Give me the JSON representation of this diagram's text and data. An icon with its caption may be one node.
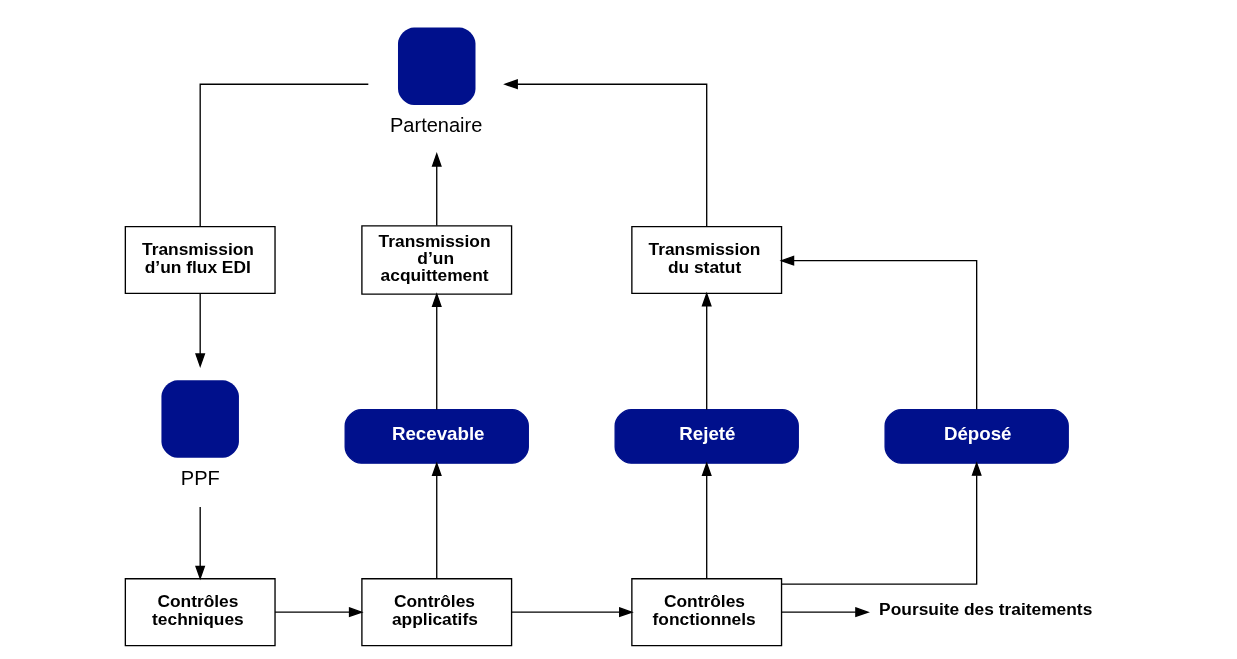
{
  "diagram": {
    "nodes": [
      {
        "text": [
          "Partenaire"
        ]
      },
      {
        "text": [
          "Transmission d’un flux EDI"
        ]
      },
      {
        "text": [
          "Transmission d’un acquittement"
        ]
      },
      {
        "text": [
          "Transmission du statut"
        ]
      },
      {
        "text": [
          "PPF"
        ]
      },
      {
        "text": [
          "Recevable"
        ]
      },
      {
        "text": [
          "Rejeté"
        ]
      },
      {
        "text": [
          "Déposé"
        ]
      },
      {
        "text": [
          "Contrôles techniques"
        ]
      },
      {
        "text": [
          "Contrôles applicatifs"
        ]
      },
      {
        "text": [
          "Contrôles fonctionnels"
        ]
      },
      {
        "text": [
          "Poursuite des traitements"
        ]
      }
    ],
    "edges": [
      {
        "from": 0,
        "to": 1,
        "arrow": "none"
      },
      {
        "from": 1,
        "to": 4,
        "arrow": "to"
      },
      {
        "from": 4,
        "to": 8,
        "arrow": "to"
      },
      {
        "from": 8,
        "to": 9,
        "arrow": "to"
      },
      {
        "from": 9,
        "to": 5,
        "arrow": "to"
      },
      {
        "from": 9,
        "to": 10,
        "arrow": "to"
      },
      {
        "from": 10,
        "to": 6,
        "arrow": "to"
      },
      {
        "from": 10,
        "to": 7,
        "arrow": "to"
      },
      {
        "from": 10,
        "to": 11,
        "arrow": "to"
      },
      {
        "from": 5,
        "to": 2,
        "arrow": "to"
      },
      {
        "from": 6,
        "to": 3,
        "arrow": "to"
      },
      {
        "from": 7,
        "to": 3,
        "arrow": "to"
      },
      {
        "from": 2,
        "to": 0,
        "arrow": "to"
      },
      {
        "from": 3,
        "to": 0,
        "arrow": "to"
      }
    ]
  }
}
